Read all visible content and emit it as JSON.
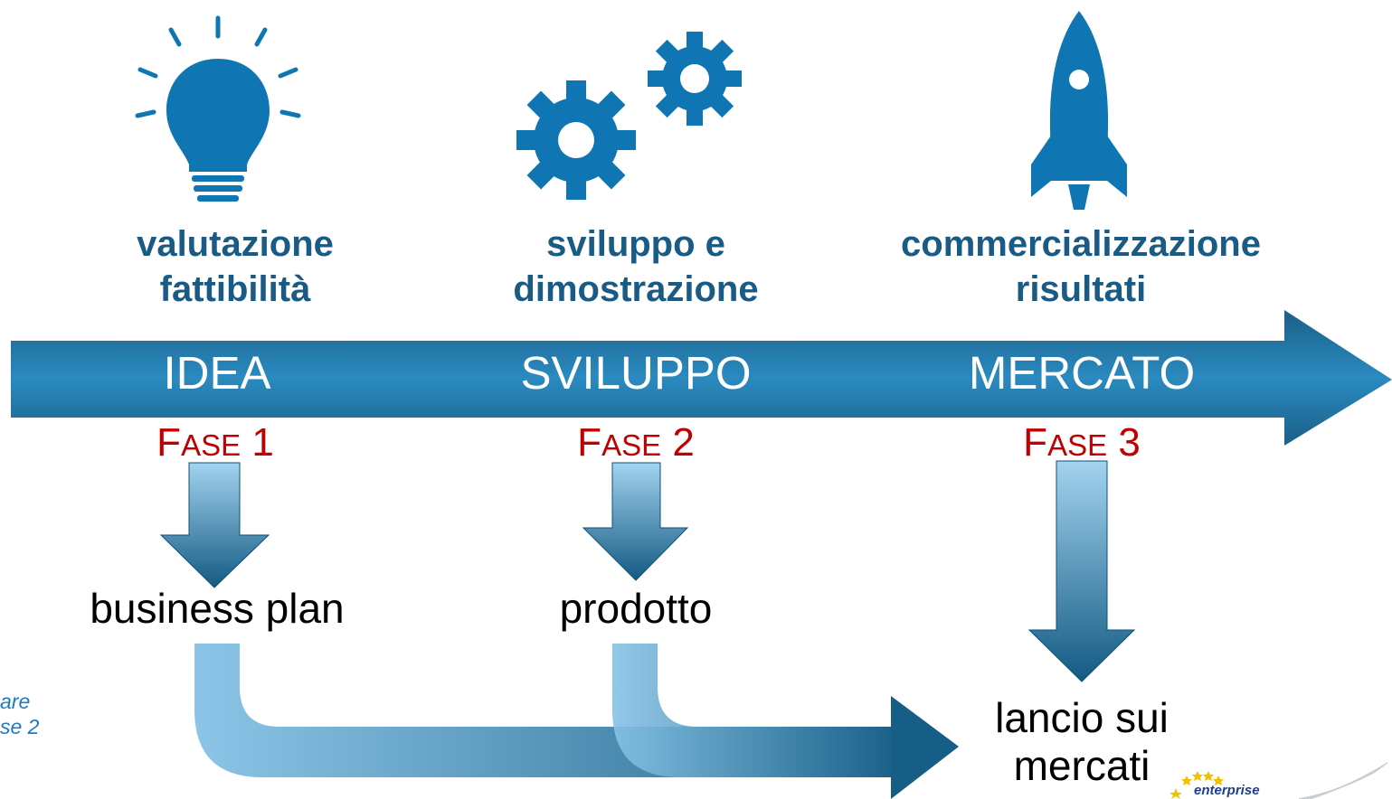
{
  "stages": [
    {
      "icon": "lightbulb-icon",
      "title_line1": "valutazione",
      "title_line2": "fattibilità",
      "band_label": "IDEA",
      "phase_word": "F",
      "phase_rest": "ASE",
      "phase_num": "1",
      "outcome": "business plan"
    },
    {
      "icon": "gears-icon",
      "title_line1": "sviluppo e",
      "title_line2": "dimostrazione",
      "band_label": "SVILUPPO",
      "phase_word": "F",
      "phase_rest": "ASE",
      "phase_num": "2",
      "outcome": "prodotto"
    },
    {
      "icon": "rocket-icon",
      "title_line1": "commercializzazione",
      "title_line2": "risultati",
      "band_label": "MERCATO",
      "phase_word": "F",
      "phase_rest": "ASE",
      "phase_num": "3",
      "outcome_line1": "lancio sui",
      "outcome_line2": "mercati"
    }
  ],
  "side_note": {
    "line1": "are",
    "line2": "se 2"
  },
  "logo": {
    "text": "enterprise"
  },
  "colors": {
    "icon": "#0f76b3",
    "title": "#1a5b86",
    "band": "#1b6f9f",
    "phase": "#c00000",
    "arrow_light": "#86c2e6",
    "arrow_dark": "#0f5880"
  }
}
